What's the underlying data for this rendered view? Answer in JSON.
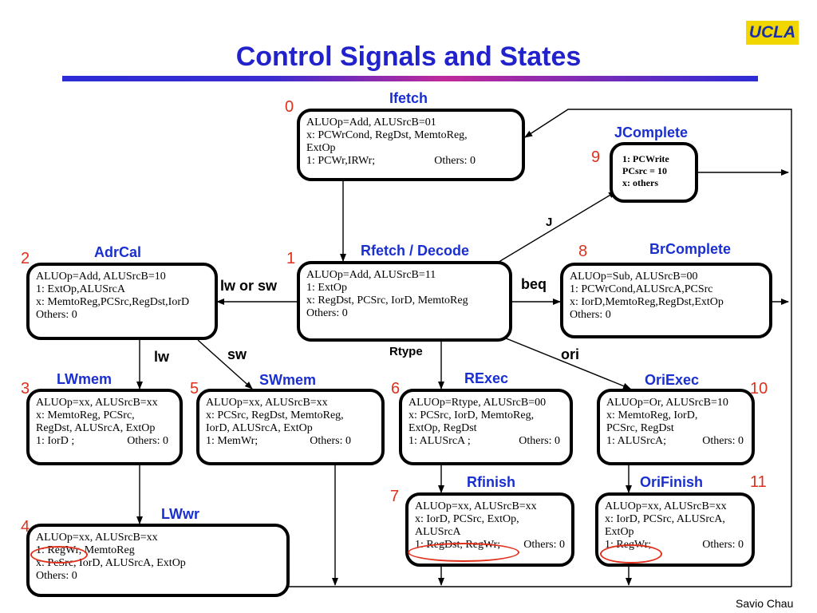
{
  "header": {
    "logo": "UCLA",
    "title": "Control Signals and States"
  },
  "footer": {
    "author": "Savio Chau"
  },
  "states": {
    "ifetch": {
      "number": "0",
      "name": "Ifetch",
      "lines": [
        "ALUOp=Add, ALUSrcB=01",
        "x: PCWrCond, RegDst, MemtoReg,",
        "ExtOp"
      ],
      "last_left": "1: PCWr,IRWr;",
      "last_right": "Others: 0"
    },
    "jcomplete": {
      "number": "9",
      "name": "JComplete",
      "lines": [
        "1: PCWrite",
        "PCsrc = 10",
        "x: others"
      ]
    },
    "rfetch": {
      "number": "1",
      "name": "Rfetch / Decode",
      "lines": [
        "ALUOp=Add, ALUSrcB=11",
        "1: ExtOp",
        "x: RegDst, PCSrc, IorD, MemtoReg",
        "Others: 0"
      ]
    },
    "adrcal": {
      "number": "2",
      "name": "AdrCal",
      "lines": [
        "ALUOp=Add, ALUSrcB=10",
        "1: ExtOp,ALUSrcA",
        "x: MemtoReg,PCSrc,RegDst,IorD",
        "Others: 0"
      ]
    },
    "brcomplete": {
      "number": "8",
      "name": "BrComplete",
      "lines": [
        "ALUOp=Sub, ALUSrcB=00",
        "1: PCWrCond,ALUSrcA,PCSrc",
        "x: IorD,MemtoReg,RegDst,ExtOp",
        "Others: 0"
      ]
    },
    "lwmem": {
      "number": "3",
      "name": "LWmem",
      "lines": [
        "ALUOp=xx, ALUSrcB=xx",
        "x: MemtoReg, PCSrc,",
        "RegDst, ALUSrcA, ExtOp"
      ],
      "last_left": "1: IorD ;",
      "last_right": "Others: 0"
    },
    "swmem": {
      "number": "5",
      "name": "SWmem",
      "lines": [
        "ALUOp=xx, ALUSrcB=xx",
        "x: PCSrc, RegDst, MemtoReg,",
        "IorD, ALUSrcA, ExtOp"
      ],
      "last_left": "1: MemWr;",
      "last_right": "Others: 0"
    },
    "rexec": {
      "number": "6",
      "name": "RExec",
      "lines": [
        "ALUOp=Rtype, ALUSrcB=00",
        "x: PCSrc, IorD, MemtoReg,",
        "ExtOp, RegDst"
      ],
      "last_left": "1: ALUSrcA ;",
      "last_right": "Others: 0"
    },
    "oriexec": {
      "number": "10",
      "name": "OriExec",
      "lines": [
        "ALUOp=Or, ALUSrcB=10",
        "x: MemtoReg, IorD,",
        "PCSrc, RegDst"
      ],
      "last_left": "1: ALUSrcA;",
      "last_right": "Others: 0"
    },
    "lwwr": {
      "number": "4",
      "name": "LWwr",
      "lines": [
        "ALUOp=xx, ALUSrcB=xx",
        "1: RegWr, MemtoReg",
        "x: PcSrc, IorD, ALUSrcA, ExtOp",
        "Others: 0"
      ]
    },
    "rfinish": {
      "number": "7",
      "name": "Rfinish",
      "lines": [
        "ALUOp=xx, ALUSrcB=xx",
        "x: IorD, PCSrc, ExtOp,",
        "ALUSrcA"
      ],
      "last_left": "1: RegDst, RegWr;",
      "last_right": "Others: 0"
    },
    "orifinish": {
      "number": "11",
      "name": "OriFinish",
      "lines": [
        "ALUOp=xx, ALUSrcB=xx",
        "x: IorD, PCSrc, ALUSrcA,",
        "ExtOp"
      ],
      "last_left": "1: RegWr;",
      "last_right": "Others: 0"
    }
  },
  "edges": {
    "j": "J",
    "lw_or_sw": "lw or sw",
    "beq": "beq",
    "lw": "lw",
    "sw": "sw",
    "rtype": "Rtype",
    "ori": "ori"
  },
  "colors": {
    "state_name": "#1a2fd0",
    "state_number": "#e0301c",
    "highlight": "#e0301c",
    "logo_bg": "#f2d600",
    "title": "#2222cc"
  }
}
